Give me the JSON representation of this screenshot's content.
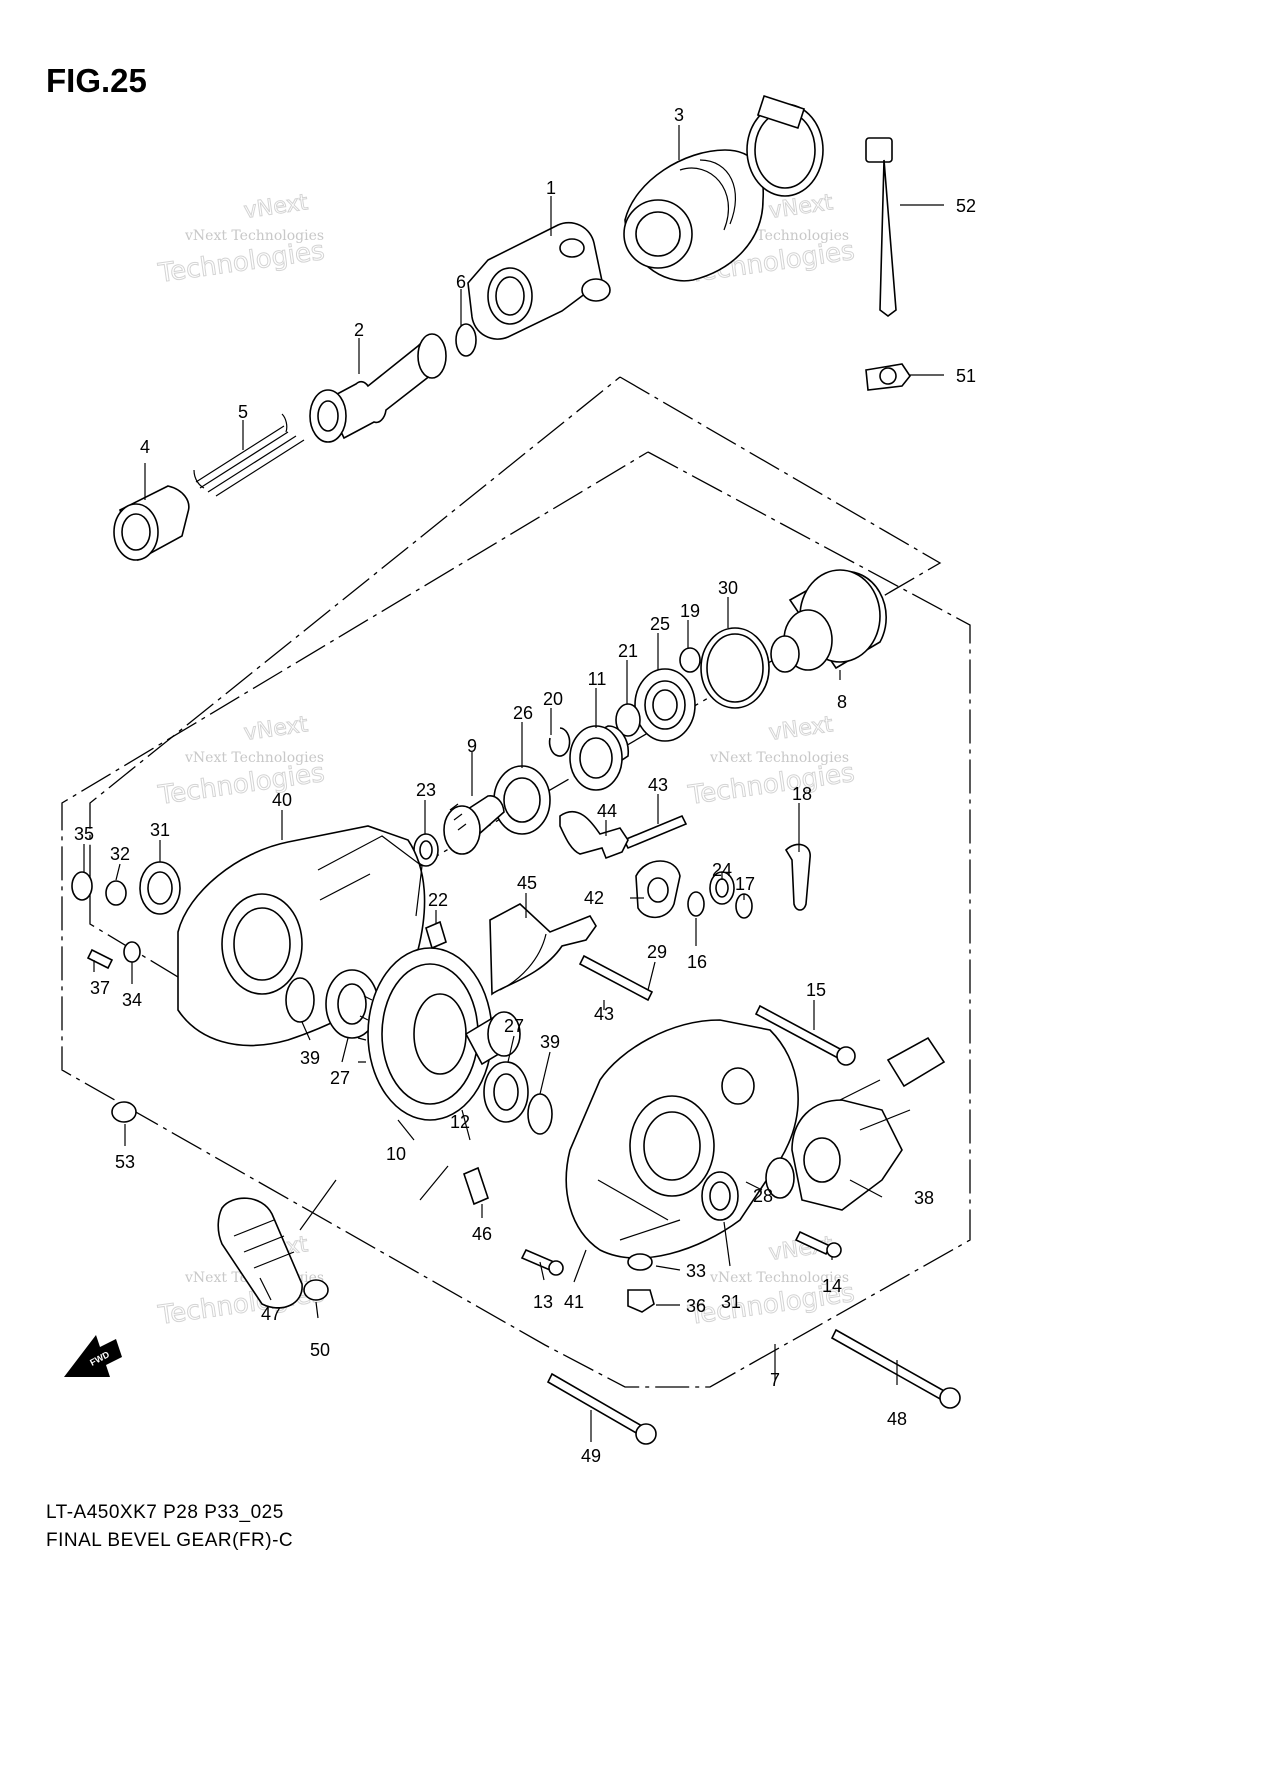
{
  "figure_title": "FIG.25",
  "footer": {
    "model_code": "LT-A450XK7 P28 P33_025",
    "assembly_name": "FINAL BEVEL GEAR(FR)-C"
  },
  "watermarks": [
    {
      "line1": "vNext Technologies",
      "line2": "Technologies",
      "line3": "vNext"
    },
    {
      "line1": "vNext Technologies",
      "line2": "Technologies",
      "line3": "vNext"
    },
    {
      "line1": "vNext Technologies",
      "line2": "Technologies",
      "line3": "vNext"
    },
    {
      "line1": "vNext Technologies",
      "line2": "Technologies",
      "line3": "vNext"
    },
    {
      "line1": "vNext Technologies",
      "line2": "Technologies",
      "line3": "vNext"
    },
    {
      "line1": "vNext Technologies",
      "line2": "Technologies",
      "line3": "vNext"
    }
  ],
  "fwd_label": "FWD",
  "callouts": [
    "1",
    "2",
    "3",
    "4",
    "5",
    "6",
    "52",
    "51",
    "30",
    "19",
    "25",
    "21",
    "11",
    "20",
    "26",
    "9",
    "8",
    "23",
    "43",
    "44",
    "18",
    "40",
    "35",
    "32",
    "31",
    "22",
    "45",
    "42",
    "24",
    "17",
    "37",
    "34",
    "16",
    "29",
    "15",
    "39",
    "27",
    "27",
    "39",
    "43",
    "12",
    "10",
    "53",
    "46",
    "28",
    "38",
    "33",
    "36",
    "31",
    "13",
    "41",
    "14",
    "47",
    "50",
    "7",
    "48",
    "49"
  ]
}
